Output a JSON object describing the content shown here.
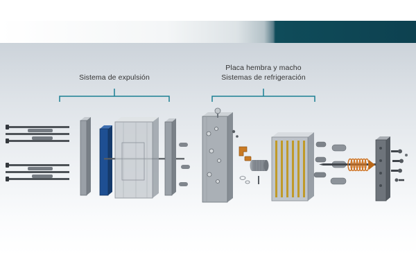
{
  "labels": {
    "ejection_system": "Sistema de expulsión",
    "plates_line1": "Placa hembra y macho",
    "plates_line2": "Sistemas de refrigeración"
  },
  "colors": {
    "bracket": "#1b7f93",
    "header_accent": "#0f4c5a",
    "ejector_plate_blue": "#1e4f93",
    "spring_orange": "#cf7322",
    "pin_gold": "#c09a28"
  }
}
